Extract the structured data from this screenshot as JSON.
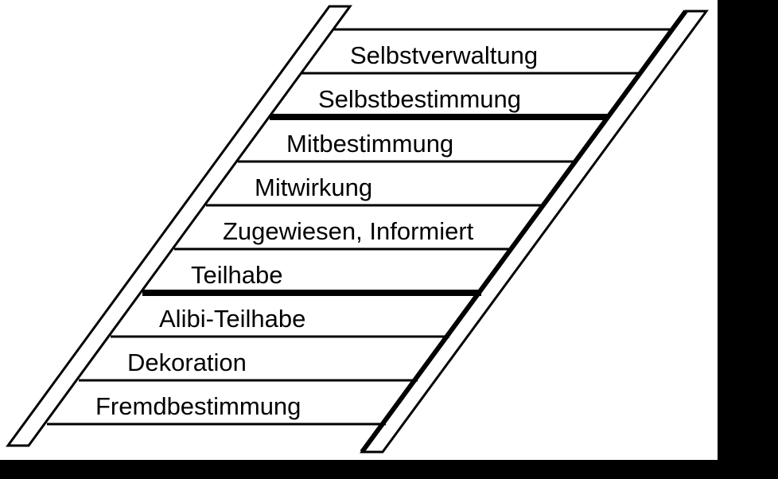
{
  "figure": {
    "name": "participation-ladder",
    "type": "ladder-diagram",
    "orientation": "slanted-upward-right",
    "background_color": "#ffffff",
    "line_color": "#000000",
    "text_color": "#000000",
    "letterbox_color": "#000000",
    "rung_count": 9,
    "thick_divider_count": 2
  },
  "rungs": [
    {
      "index": 0,
      "label": "Selbstverwaltung",
      "level": 9,
      "top_line_weight": "thin",
      "bottom_line_weight": "thin"
    },
    {
      "index": 1,
      "label": "Selbstbestimmung",
      "level": 8,
      "top_line_weight": "thin",
      "bottom_line_weight": "thick"
    },
    {
      "index": 2,
      "label": "Mitbestimmung",
      "level": 7,
      "top_line_weight": "thick",
      "bottom_line_weight": "thin"
    },
    {
      "index": 3,
      "label": "Mitwirkung",
      "level": 6,
      "top_line_weight": "thin",
      "bottom_line_weight": "thin"
    },
    {
      "index": 4,
      "label": "Zugewiesen, Informiert",
      "level": 5,
      "top_line_weight": "thin",
      "bottom_line_weight": "thin"
    },
    {
      "index": 5,
      "label": "Teilhabe",
      "level": 4,
      "top_line_weight": "thin",
      "bottom_line_weight": "thick"
    },
    {
      "index": 6,
      "label": "Alibi-Teilhabe",
      "level": 3,
      "top_line_weight": "thick",
      "bottom_line_weight": "thin"
    },
    {
      "index": 7,
      "label": "Dekoration",
      "level": 2,
      "top_line_weight": "thin",
      "bottom_line_weight": "thin"
    },
    {
      "index": 8,
      "label": "Fremdbestimmung",
      "level": 1,
      "top_line_weight": "thin",
      "bottom_line_weight": "thin"
    }
  ]
}
